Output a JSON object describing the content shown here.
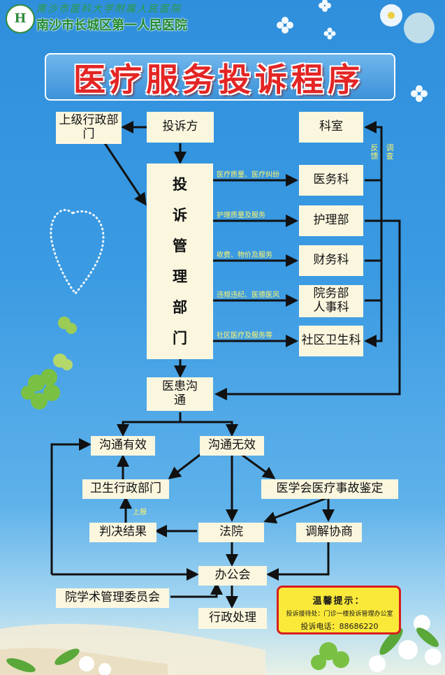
{
  "header": {
    "university_line": "南沙市医科大学附属人民医院",
    "hospital_name": "南沙市长城区第一人民医院"
  },
  "title": "医疗服务投诉程序",
  "nodes": {
    "superior_dept": "上级行政部门",
    "complainant": "投诉方",
    "dept_office": "科室",
    "complaint_mgmt": [
      "投",
      "诉",
      "管",
      "理",
      "部",
      "门"
    ],
    "medical_affairs": "医务科",
    "nursing_dept": "护理部",
    "finance_dept": "财务科",
    "admin_hr": "院务部人事科",
    "community_health": "社区卫生科",
    "doctor_patient_comm": "医患沟通",
    "comm_effective": "沟通有效",
    "comm_ineffective": "沟通无效",
    "health_admin": "卫生行政部门",
    "accident_appraisal": "医学会医疗事故鉴定",
    "judgment": "判决结果",
    "court": "法院",
    "mediation": "调解协商",
    "office_meeting": "办公会",
    "academic_committee": "院学术管理委员会",
    "admin_action": "行政处理"
  },
  "edge_labels": {
    "quality_disputes": "医疗质量、医疗纠纷",
    "nursing_quality": "护理质量及服务",
    "fees": "收费、物价及服务",
    "violations": "违规违纪、医德医风",
    "community": "社区医疗及服务等",
    "feedback": "反馈",
    "investigate": "调查",
    "report_up": "上报"
  },
  "tips": {
    "title": "温馨提示：",
    "reception": "投诉接待处：门诊一楼投诉管理办公室",
    "phone_label": "投诉电话：",
    "phone": "88686220"
  }
}
